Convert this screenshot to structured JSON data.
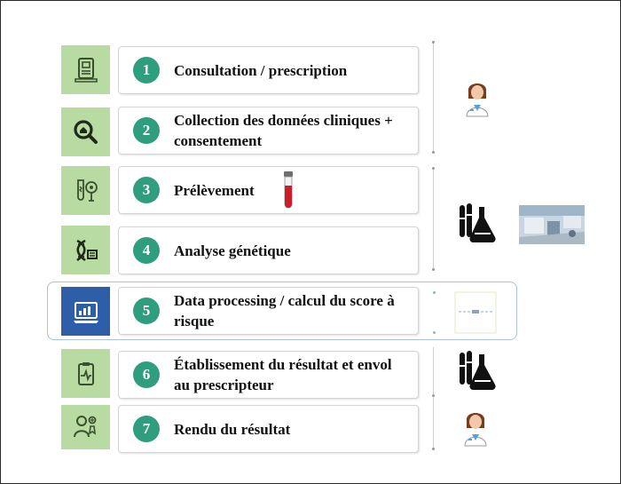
{
  "steps": [
    {
      "number": "1",
      "label": "Consultation / prescription",
      "icon": "prescription-icon"
    },
    {
      "number": "2",
      "label": "Collection des données cliniques + consentement",
      "icon": "magnifier-icon"
    },
    {
      "number": "3",
      "label": "Prélèvement",
      "icon": "sample-tube-icon"
    },
    {
      "number": "4",
      "label": "Analyse génétique",
      "icon": "dna-analysis-icon"
    },
    {
      "number": "5",
      "label": "Data processing / calcul du score à risque",
      "icon": "computer-icon"
    },
    {
      "number": "6",
      "label": "Établissement du résultat et envol au prescripteur",
      "icon": "clipboard-icon"
    },
    {
      "number": "7",
      "label": "Rendu du résultat",
      "icon": "doctor-patient-icon"
    }
  ],
  "side_icons": [
    "doctor-icon",
    "lab-flasks-icon",
    "lab-photo-icon",
    "data-graph-icon",
    "lab-flasks-icon",
    "doctor-icon"
  ],
  "colors": {
    "icon_bg": "#b7dba0",
    "icon_bg_highlight": "#2f5ea8",
    "badge": "#2e9e7e",
    "highlight_border": "#a9c0de"
  }
}
